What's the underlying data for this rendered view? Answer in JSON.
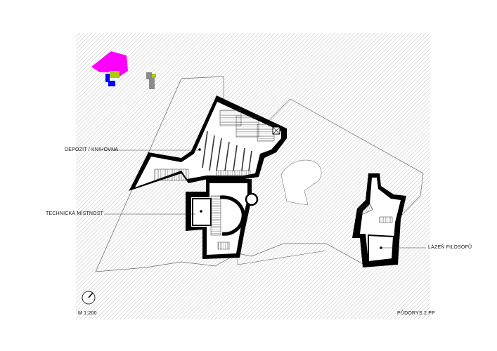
{
  "labels": {
    "depozit": "DEPOZIT / KNIHOVNA",
    "technicka": "TECHNICKÁ MÍSTNOST",
    "lazen": "LÁZEŇ FILOSOFŮ",
    "scale": "M 1:200",
    "title": "PŮDORYS 2.PP"
  },
  "colors": {
    "hatch": "#a9a9a9",
    "wall": "#000000",
    "site_outline": "#666666",
    "keyplan_magenta": "#ff00ff",
    "keyplan_blue": "#0000ff",
    "keyplan_green": "#aacc00",
    "keyplan_grey": "#8a8a8a"
  },
  "icons": [
    "north-arrow-icon",
    "keyplan-icon"
  ]
}
